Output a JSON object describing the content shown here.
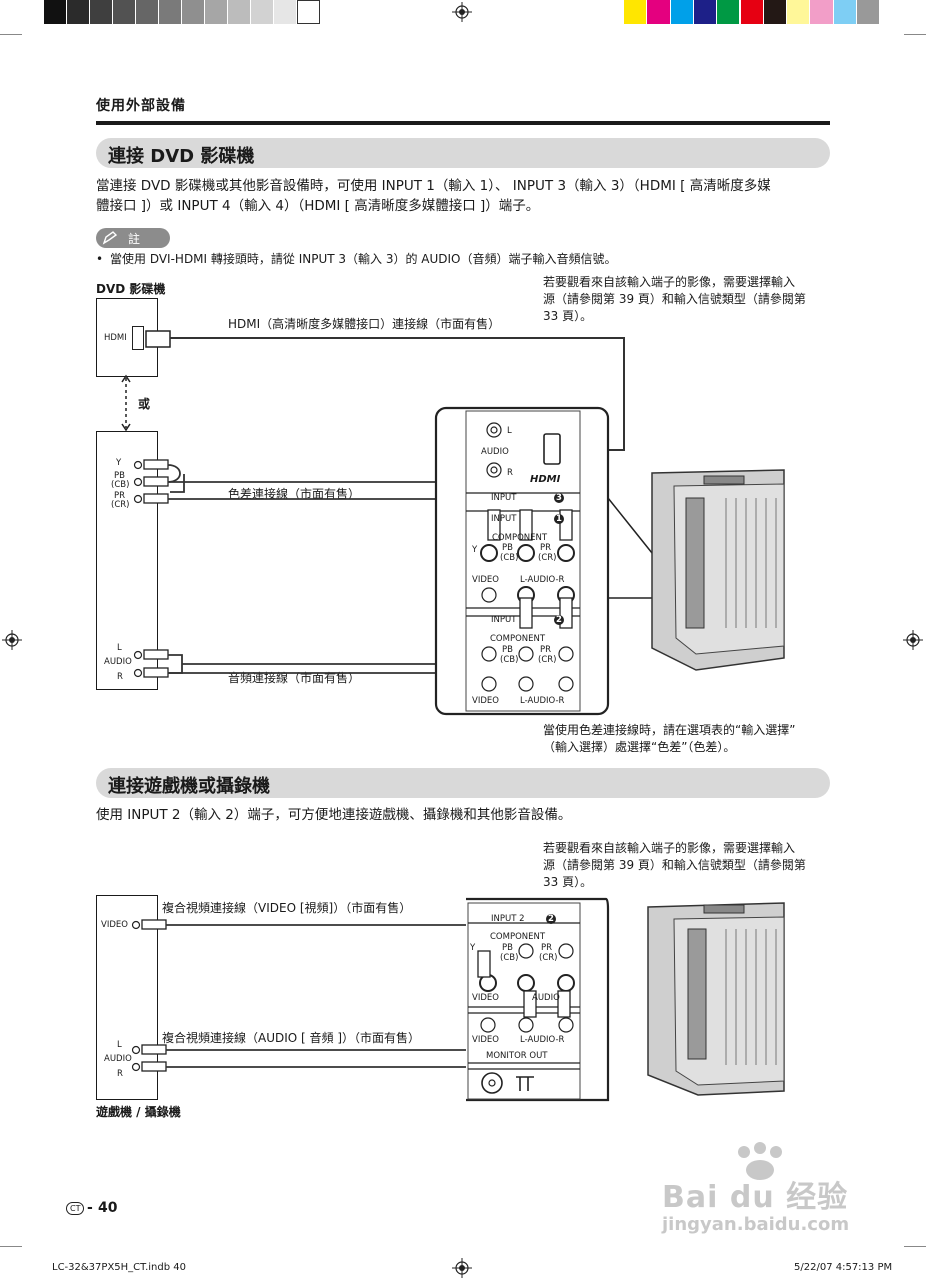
{
  "colors": {
    "grays": [
      "#111111",
      "#2b2b2b",
      "#3f3f3f",
      "#525252",
      "#666666",
      "#7a7a7a",
      "#8f8f8f",
      "#a6a6a6",
      "#bcbcbc",
      "#d2d2d2",
      "#e6e6e6",
      "#ffffff"
    ],
    "process": [
      "#ffe600",
      "#e4007f",
      "#00a0e9",
      "#1d2088",
      "#009944",
      "#e60012",
      "#231815",
      "#fff799",
      "#f29ec8",
      "#7ecef4",
      "#999999"
    ],
    "banner": "#d9d9d9",
    "rule": "#1a1a1a"
  },
  "header": {
    "section": "使用外部設備"
  },
  "section1": {
    "title": "連接 DVD 影碟機",
    "intro": [
      "當連接 DVD 影碟機或其他影音設備時，可使用 INPUT 1（輸入 1）、 INPUT 3（輸入 3）（HDMI [ 高清晰度多媒",
      "體接口 ]）或 INPUT 4（輸入 4）（HDMI [ 高清晰度多媒體接口 ]）端子。"
    ],
    "note_label": "註",
    "note_text": "當使用 DVI-HDMI 轉接頭時，請從 INPUT 3（輸入 3）的 AUDIO（音頻）端子輸入音頻信號。",
    "info": [
      "若要觀看來自該輸入端子的影像，需要選擇輸入",
      "源（請參閱第 39 頁）和輸入信號類型（請參閱第",
      "33 頁）。"
    ],
    "device_label": "DVD 影碟機",
    "hdmi_port": "HDMI",
    "hdmi_cable": "HDMI（高清晰度多媒體接口）連接線（市面有售）",
    "or_label": "或",
    "component_ports": {
      "y": "Y",
      "pb": "PB",
      "cb": "(CB)",
      "pr": "PR",
      "cr": "(CR)"
    },
    "component_cable": "色差連接線（市面有售）",
    "audio_ports": {
      "l": "L",
      "audio": "AUDIO",
      "r": "R"
    },
    "audio_cable": "音頻連接線（市面有售）",
    "panel": {
      "audio_l": "L",
      "audio": "AUDIO",
      "audio_r": "R",
      "hdmi_logo": "HDMI",
      "input3": "INPUT",
      "input3_num": "3",
      "input1": "INPUT",
      "input1_num": "1",
      "component": "COMPONENT",
      "y": "Y",
      "pb": "PB",
      "cb": "(CB)",
      "pr": "PR",
      "cr": "(CR)",
      "video": "VIDEO",
      "laudior": "L-AUDIO-R",
      "input2": "INPUT",
      "input2_num": "2",
      "component2": "COMPONENT",
      "pb2": "PB",
      "cb2": "(CB)",
      "pr2": "PR",
      "cr2": "(CR)",
      "video2": "VIDEO",
      "laudior2": "L-AUDIO-R"
    },
    "bottom_note": [
      "當使用色差連接線時，請在選項表的“輸入選擇”",
      "（輸入選擇）處選擇“色差”（色差）。"
    ]
  },
  "section2": {
    "title": "連接遊戲機或攝錄機",
    "intro": "使用 INPUT 2（輸入 2）端子，可方便地連接遊戲機、攝錄機和其他影音設備。",
    "info": [
      "若要觀看來自該輸入端子的影像，需要選擇輸入",
      "源（請參閱第 39 頁）和輸入信號類型（請參閱第",
      "33 頁）。"
    ],
    "video_port": "VIDEO",
    "video_cable": "複合視頻連接線（VIDEO [視頻]）（市面有售）",
    "audio_ports": {
      "l": "L",
      "audio": "AUDIO",
      "r": "R"
    },
    "audio_cable": "複合視頻連接線（AUDIO [ 音頻 ]）（市面有售）",
    "device_label": "遊戲機 / 攝錄機",
    "panel": {
      "input2": "INPUT 2",
      "input2_num": "2",
      "component": "COMPONENT",
      "y": "Y",
      "pb": "PB",
      "cb": "(CB)",
      "pr": "PR",
      "cr": "(CR)",
      "video": "VIDEO",
      "audio": "AUDIO",
      "video2": "VIDEO",
      "laudior": "L-AUDIO-R",
      "monitor_out": "MONITOR OUT"
    }
  },
  "footer": {
    "lang": "CT",
    "page": "40",
    "file": "LC-32&37PX5H_CT.indb   40",
    "date": "5/22/07   4:57:13 PM"
  },
  "watermark": {
    "brand": "Bai du 经验",
    "url": "jingyan.baidu.com"
  }
}
